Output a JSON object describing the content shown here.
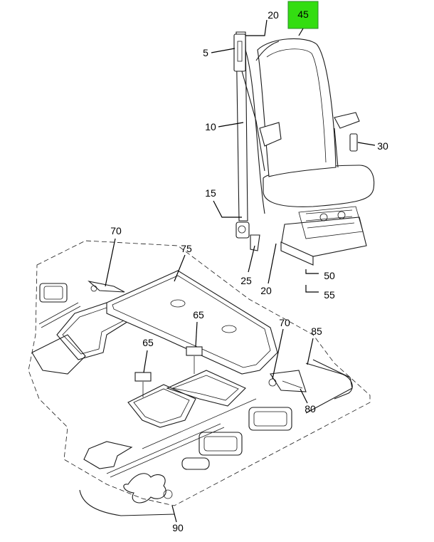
{
  "highlight_color": "#33dd11",
  "callouts": {
    "c45": "45",
    "c20_top": "20",
    "c5": "5",
    "c10": "10",
    "c30": "30",
    "c15": "15",
    "c70_left": "70",
    "c75": "75",
    "c25": "25",
    "c20_bottom": "20",
    "c50": "50",
    "c55": "55",
    "c65_right": "65",
    "c65_left": "65",
    "c70_right": "70",
    "c85": "85",
    "c80": "80",
    "c90": "90"
  }
}
